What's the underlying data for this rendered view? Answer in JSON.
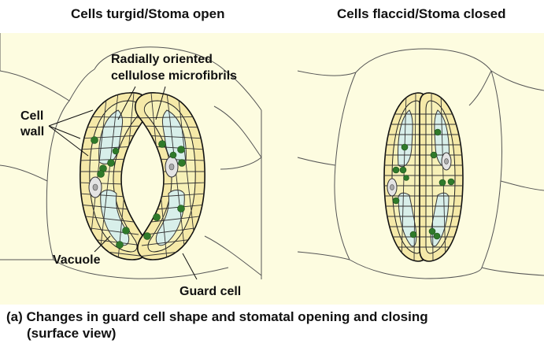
{
  "titles": {
    "open": "Cells turgid/Stoma open",
    "closed": "Cells flaccid/Stoma closed"
  },
  "labels": {
    "microfibrils_line1": "Radially oriented",
    "microfibrils_line2": "cellulose microfibrils",
    "cell_wall_line1": "Cell",
    "cell_wall_line2": "wall",
    "vacuole": "Vacuole",
    "guard_cell": "Guard cell"
  },
  "caption": {
    "line1": "(a)  Changes in guard cell shape and stomatal opening and closing",
    "line2": "(surface view)"
  },
  "colors": {
    "background": "#fdfce0",
    "guard_cell_wall": "#f5e9a8",
    "vacuole": "#d8efea",
    "chloroplast": "#2f7a2a"
  }
}
